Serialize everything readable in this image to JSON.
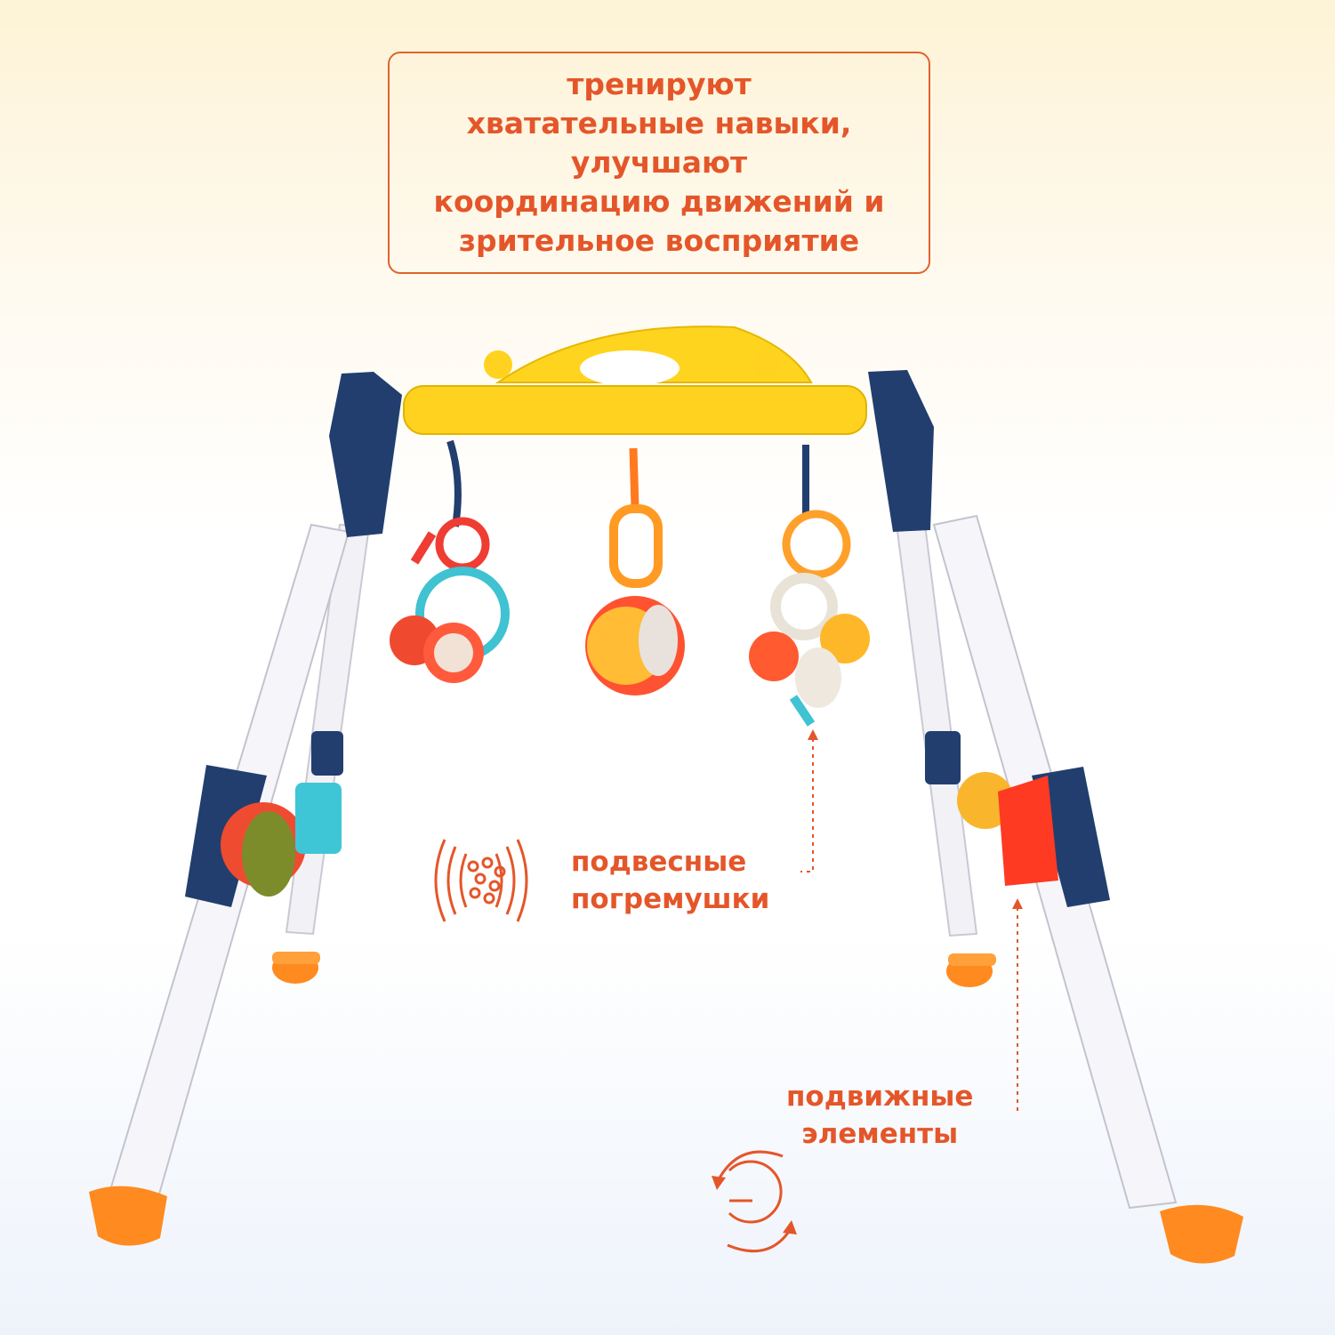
{
  "headline": {
    "lines": [
      "тренируют",
      "хватательные навыки,",
      "улучшают",
      "координацию движений и",
      "зрительное восприятие"
    ]
  },
  "callouts": {
    "rattles": {
      "line1": "подвесные",
      "line2": "погремушки",
      "icon": "rattle-sound-icon"
    },
    "moving": {
      "line1": "подвижные",
      "line2": "элементы",
      "icon": "rotate-arrows-icon"
    }
  },
  "colors": {
    "accent": "#e4562a",
    "frame_yellow": "#ffd21f",
    "frame_navy": "#223e6e",
    "leg_white": "#f4f4f8",
    "foot_orange": "#ff8c1a"
  }
}
